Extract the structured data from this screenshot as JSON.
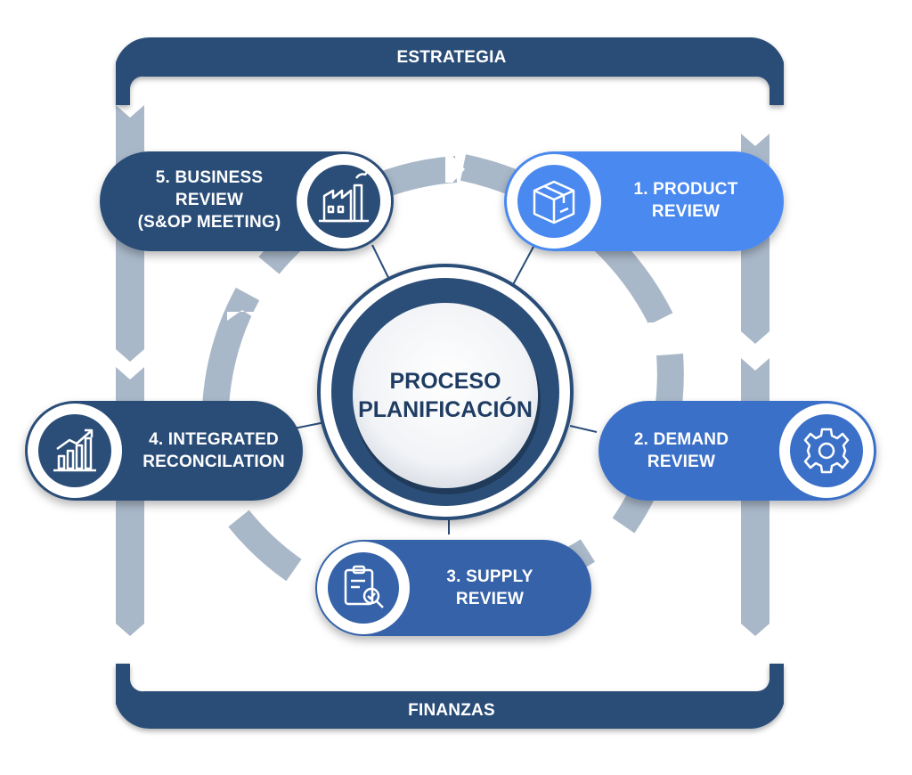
{
  "frame": {
    "top_label": "ESTRATEGIA",
    "bottom_label": "FINANZAS"
  },
  "center": {
    "line1": "PROCESO",
    "line2": "PLANIFICACIÓN"
  },
  "steps": [
    {
      "lines": [
        "1. PRODUCT",
        "REVIEW"
      ],
      "icon": "box-icon"
    },
    {
      "lines": [
        "2. DEMAND",
        "REVIEW"
      ],
      "icon": "gear-icon"
    },
    {
      "lines": [
        "3. SUPPLY",
        "REVIEW"
      ],
      "icon": "clipboard-search-icon"
    },
    {
      "lines": [
        "4. INTEGRATED",
        "RECONCILATION"
      ],
      "icon": "growth-chart-icon"
    },
    {
      "lines": [
        "5. BUSINESS",
        "REVIEW",
        "(S&OP MEETING)"
      ],
      "icon": "factory-icon"
    }
  ],
  "colors": {
    "navy": "#2b4e78",
    "blue_light": "#4a89f0",
    "blue_mid": "#3b70c8",
    "blue_deep": "#3562a8",
    "arrow_gray": "#a9b8c9",
    "center_text": "#1f3d63"
  }
}
